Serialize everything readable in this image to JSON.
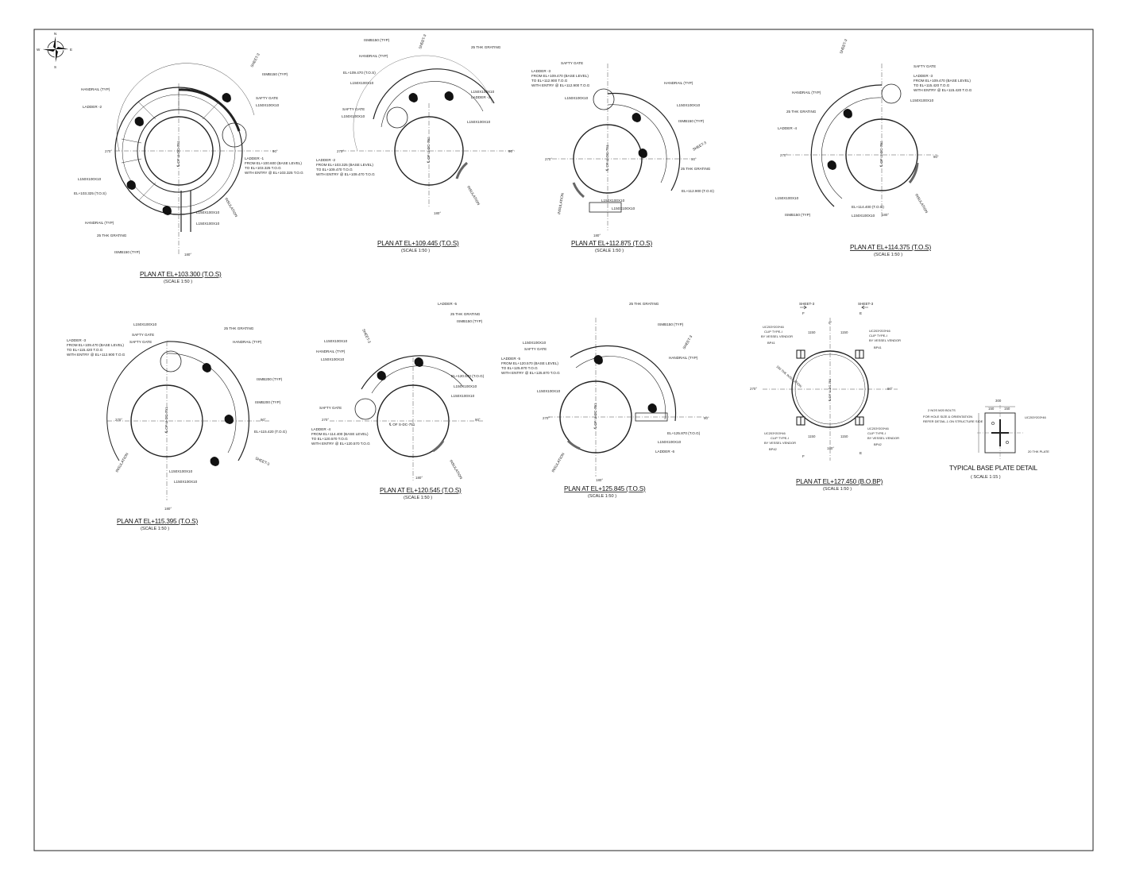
{
  "compass": {
    "n": "N",
    "s": "S",
    "e": "E",
    "w": "W"
  },
  "plans": [
    {
      "id": "p1",
      "cx": 0,
      "title": "PLAN AT EL+103.300 (T.O.S)",
      "scale": "(SCALE 1:50 )",
      "labels": [
        "HANDRAIL (TYP)",
        "LADDER -2",
        "L150X100X10",
        "L150X100X10 (T.O.S)",
        "EL+103.325 (T.O.S)",
        "HANDRAIL (TYP)",
        "25 THK GRATING",
        "ISMB150 (TYP)",
        "ISMB150 (TYP)",
        "SAFTY GATE",
        "L150X100X10",
        "LADDER -1",
        "FROM EL+100.600 (BASE LEVEL)",
        "TO EL+103.325 T.O.G",
        "WITH ENTRY @ EL+103.325 T.O.G",
        "L150X100X10",
        "L150X100X10",
        "INSULATION",
        "SHEET-3"
      ],
      "center": "℄ OF U-DC-751",
      "ticks": [
        "270°",
        "90°",
        "180°"
      ]
    },
    {
      "id": "p2",
      "title": "PLAN AT EL+109.445 (T.O.S)",
      "scale": "(SCALE 1:50 )",
      "labels": [
        "ISMB150 (TYP)",
        "HANDRAIL (TYP)",
        "EL+109.470 (T.O.S)",
        "L150X100X10",
        "SAFTY GATE",
        "L150X100X10",
        "25 THK GRATING",
        "L150X100X10",
        "LADDER -3",
        "L150X100X10",
        "LADDER -2",
        "FROM EL+103.325 (BASE LEVEL)",
        "TO EL+109.470 T.O.G",
        "WITH ENTRY @ EL+109.470 T.O.G",
        "INSULATION",
        "SHEET-3"
      ],
      "center": "℄ OF U-DC-751",
      "ticks": [
        "270°",
        "90°",
        "180°"
      ]
    },
    {
      "id": "p3",
      "title": "PLAN AT EL+112.875 (T.O.S)",
      "scale": "(SCALE 1:50 )",
      "labels": [
        "SAFTY GATE",
        "LADDER -3",
        "FROM EL+109.470 (BASE LEVEL)",
        "TO EL+112.900 T.O.G",
        "WITH ENTRY @ EL+112.900 T.O.G",
        "L150X100X10",
        "HANDRAIL (TYP)",
        "L150X100X10",
        "ISMB150 (TYP)",
        "25 THK GRATING",
        "EL+112.900 (T.O.G)",
        "L150X100X10",
        "L150X100X10",
        "INSULATION",
        "SHEET-3"
      ],
      "center": "℄ OF U-DC-751",
      "ticks": [
        "270°",
        "90°",
        "180°"
      ]
    },
    {
      "id": "p4",
      "title": "PLAN AT EL+114.375 (T.O.S)",
      "scale": "(SCALE 1:50 )",
      "labels": [
        "HANDRAIL (TYP)",
        "SAFTY GATE",
        "LADDER -3",
        "FROM EL+109.470 (BASE LEVEL)",
        "TO EL+115.420 T.O.G",
        "WITH ENTRY @ EL+115.420 T.O.G",
        "L150X100X10",
        "25 THK GRATING",
        "LADDER -4",
        "L150X100X10",
        "ISMB150 (TYP)",
        "EL+114.400 (T.O.G)",
        "L150X100X10",
        "INSULATION",
        "SHEET-3"
      ],
      "center": "℄ OF U-DC-751",
      "ticks": [
        "270°",
        "90°",
        "180°"
      ]
    },
    {
      "id": "p5",
      "title": "PLAN AT EL+115.395 (T.O.S)",
      "scale": "(SCALE 1:50 )",
      "labels": [
        "L150X100X10",
        "SAFTY GATE",
        "LADDER -3",
        "FROM EL+109.470 (BASE LEVEL)",
        "TO EL+115.420 T.O.G",
        "WITH ENTRY @ EL+112.900 T.O.G",
        "SAFTY GATE",
        "25 THK GRATING",
        "HANDRAIL (TYP)",
        "ISMB200 (TYP)",
        "ISMB200 (TYP)",
        "EL+115.420 (T.O.G)",
        "L150X100X10",
        "L150X100X10",
        "INSULATION",
        "SHEET-3"
      ],
      "center": "℄ OF U-DC-751",
      "ticks": [
        "270°",
        "90°",
        "180°"
      ]
    },
    {
      "id": "p6",
      "title": "PLAN AT EL+120.545 (T.O.S)",
      "scale": "(SCALE 1:50 )",
      "labels": [
        "LADDER -5",
        "25 THK GRATING",
        "ISMB150 (TYP)",
        "L150X100X10",
        "HANDRAIL (TYP)",
        "L150X100X10",
        "EL+120.570 (T.O.G)",
        "L150X100X10",
        "L150X100X10",
        "SAFTY GATE",
        "LADDER -4",
        "FROM EL+114.400 (BASE LEVEL)",
        "TO EL+120.570 T.O.G",
        "WITH ENTRY @ EL+120.570 T.O.G",
        "INSULATION",
        "SHEET-3"
      ],
      "center": "℄ OF S-DC-751",
      "ticks": [
        "270°",
        "90°",
        "180°"
      ]
    },
    {
      "id": "p7",
      "title": "PLAN AT EL+125.845 (T.O.S)",
      "scale": "(SCALE 1:50 )",
      "labels": [
        "25 THK GRATING",
        "L150X100X10",
        "SAFTY GATE",
        "LADDER -5",
        "FROM EL+120.570 (BASE LEVEL)",
        "TO EL+125.870 T.O.G",
        "WITH ENTRY @ EL+125.870 T.O.G",
        "ISMB150 (TYP)",
        "HANDRAIL (TYP)",
        "L150X100X10",
        "EL+125.870 (T.O.G)",
        "L150X100X10",
        "LADDER -6",
        "INSULATION",
        "SHEET-3"
      ],
      "center": "℄ OF U-DC-751",
      "ticks": [
        "270°",
        "90°",
        "180°"
      ]
    }
  ],
  "plan8": {
    "title": "PLAN AT EL+127.450 (B.O.BP)",
    "scale": "(SCALE 1:50 )",
    "sheet_left": "SHEET-3",
    "sheet_right": "SHEET-3",
    "mark_f": "F",
    "mark_e": "E",
    "labels": [
      "UC203*203*46",
      "CLIP TYPE-I",
      "BY VESSEL VENDOR",
      "BP41",
      "UC203*203*46",
      "CLIP TYPE-I",
      "BY VESSEL VENDOR",
      "BP41",
      "UC203*203*46",
      "CLIP TYPE-I",
      "BY VESSEL VENDOR",
      "BP42",
      "UC203*203*46",
      "CLIP TYPE-I",
      "BY VESSEL VENDOR",
      "BP42",
      "150 THK INSULATION",
      "℄ OF U-DC-751"
    ],
    "dims": [
      "1150",
      "1150",
      "1150",
      "1150"
    ],
    "ticks": [
      "0°",
      "270°",
      "90°",
      "180°"
    ]
  },
  "detail": {
    "title": "TYPICAL BASE PLATE DETAIL",
    "scale": "( SCALE 1:15 )",
    "labels": [
      "2 NOS M20 BOLTS",
      "FOR HOLE SIZE & ORIENTATION",
      "REFER DETAIL-1 ON STRUCTURE SIDE",
      "UC203*203*46",
      "20 THK PLATE"
    ],
    "dims": [
      "300",
      "150",
      "150"
    ]
  }
}
